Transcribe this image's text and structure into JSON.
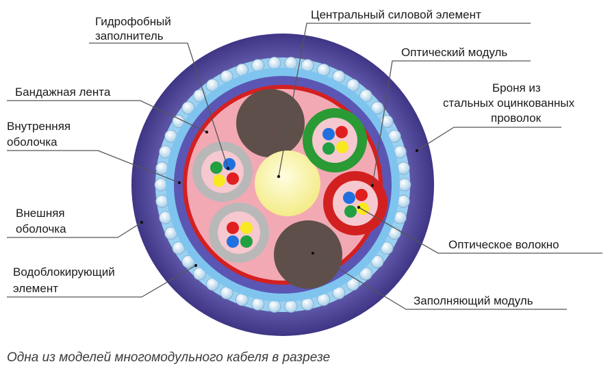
{
  "labels": {
    "hydrophobic_filler": [
      "Гидрофобный",
      "заполнитель"
    ],
    "central_strength_member": "Центральный силовой элемент",
    "optical_module": "Оптический модуль",
    "binding_tape": "Бандажная лента",
    "armor": [
      "Броня из",
      "стальных оцинкованных",
      "проволок"
    ],
    "inner_sheath": [
      "Внутренняя",
      "оболочка"
    ],
    "outer_sheath": [
      "Внешняя",
      "оболочка"
    ],
    "optical_fiber": "Оптическое волокно",
    "water_blocking_element": [
      "Водоблокирующий",
      "элемент"
    ],
    "filler_module": "Заполняющий модуль"
  },
  "caption": "Одна из моделей многомодульного кабеля в разрезе",
  "colors": {
    "outer_sheath": "#4a3f93",
    "armor_wire": "#d8f0ff",
    "water_blocking": "#7fc4ee",
    "inner_sheath": "#5b56b4",
    "binding_tape": "#d42020",
    "hydrophobic_filler": "#f2a9b4",
    "central_member": "#fdf8a8",
    "filler_module": "#5e4f4a",
    "module_gray": "#b5b5b5",
    "module_green": "#2a9a35",
    "module_red": "#d22020",
    "fiber_red": "#e02020",
    "fiber_blue": "#2070e0",
    "fiber_green": "#20a040",
    "fiber_yellow": "#f8e820"
  }
}
